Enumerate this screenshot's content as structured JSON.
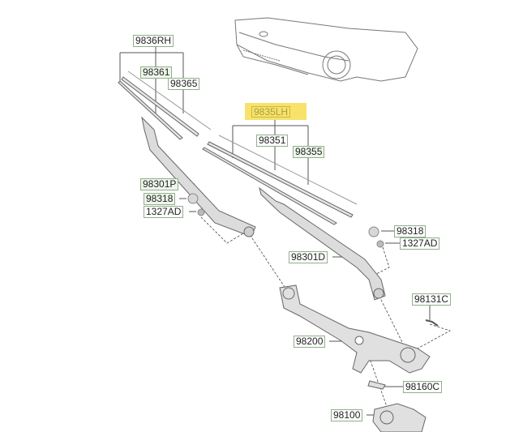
{
  "labels": {
    "rh_assembly": "9836RH",
    "rh_blade": "98361",
    "rh_insert": "98365",
    "lh_assembly": "9835LH",
    "lh_blade": "98351",
    "lh_insert": "98355",
    "arm_passenger": "98301P",
    "cap_left": "98318",
    "nut_left": "1327AD",
    "cap_right": "98318",
    "nut_right": "1327AD",
    "arm_driver": "98301D",
    "bolt": "98131C",
    "linkage": "98200",
    "bracket": "98160C",
    "motor": "98100"
  },
  "colors": {
    "highlight": "#f8e26a",
    "label_fill": "#eef6ea",
    "label_border": "#8fb08a"
  }
}
